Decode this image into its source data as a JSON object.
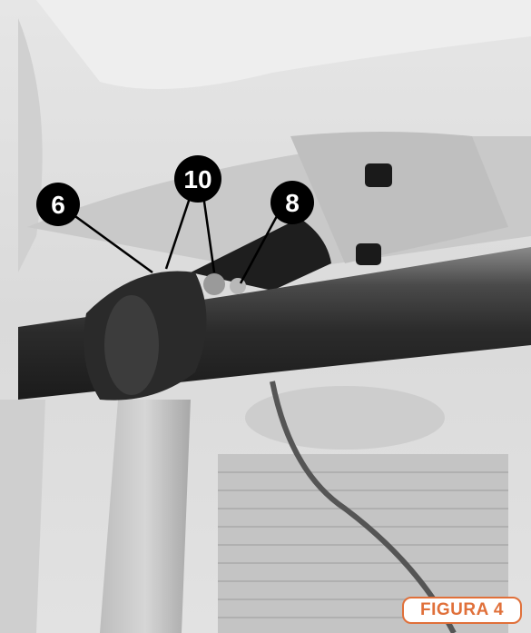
{
  "callouts": [
    {
      "label": "6"
    },
    {
      "label": "10"
    },
    {
      "label": "8"
    }
  ],
  "figure_label": "FIGURA 4",
  "colors": {
    "badge_accent": "#e0703a",
    "callout_fill": "#000000",
    "callout_text": "#ffffff"
  }
}
